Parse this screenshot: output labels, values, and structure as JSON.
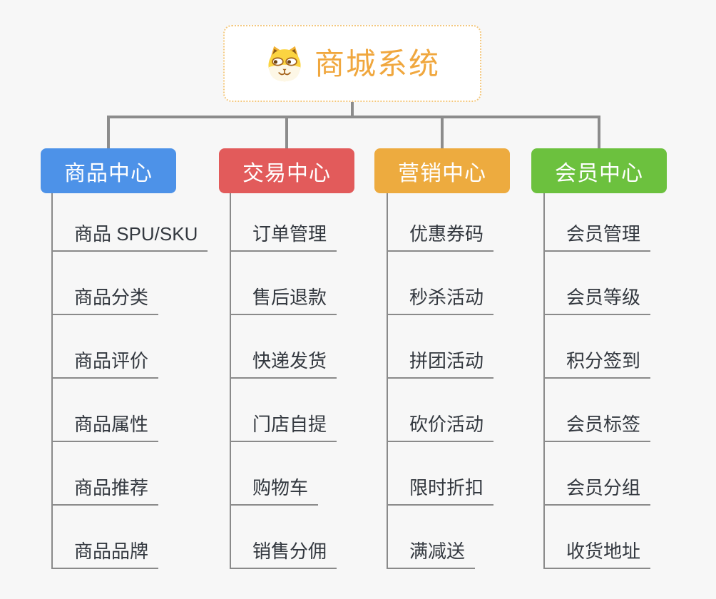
{
  "root": {
    "title": "商城系统",
    "title_color": "#f0a73e",
    "icon": "shiba-dog-icon"
  },
  "branches": [
    {
      "label": "商品中心",
      "color": "#4d92e8",
      "items": [
        "商品 SPU/SKU",
        "商品分类",
        "商品评价",
        "商品属性",
        "商品推荐",
        "商品品牌"
      ]
    },
    {
      "label": "交易中心",
      "color": "#e25b5b",
      "items": [
        "订单管理",
        "售后退款",
        "快递发货",
        "门店自提",
        "购物车",
        "销售分佣"
      ]
    },
    {
      "label": "营销中心",
      "color": "#edab3f",
      "items": [
        "优惠券码",
        "秒杀活动",
        "拼团活动",
        "砍价活动",
        "限时折扣",
        "满减送"
      ]
    },
    {
      "label": "会员中心",
      "color": "#6cc13e",
      "items": [
        "会员管理",
        "会员等级",
        "积分签到",
        "会员标签",
        "会员分组",
        "收货地址"
      ]
    }
  ],
  "colors": {
    "background": "#f7f7f7",
    "connector": "#8c8c8c",
    "leaf_text": "#33383f",
    "root_border": "#f3c87f"
  }
}
